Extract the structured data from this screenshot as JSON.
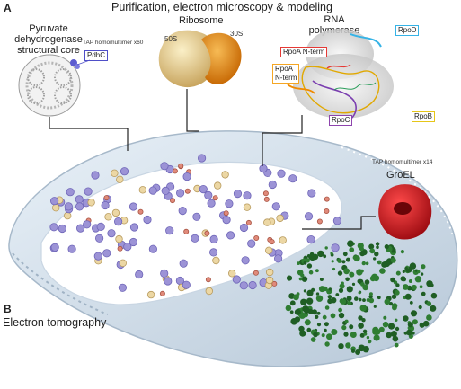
{
  "panel_a": {
    "letter": "A",
    "title": "Purification, electron microscopy & modeling",
    "pdh": {
      "label_line1": "Pyruvate",
      "label_line2": "dehydrogenase",
      "label_line3": "structural core",
      "annotation": "TAP homomultimer x60",
      "tag": "PdhC",
      "tag_color": "#4f4fc8"
    },
    "ribosome": {
      "label": "Ribosome",
      "sub_50s": "50S",
      "sub_30s": "30S",
      "color_50s": "#eed9a0",
      "color_30s": "#ee9a20"
    },
    "rnap": {
      "label_line1": "RNA",
      "label_line2": "polymerase",
      "tags": {
        "rpod": {
          "text": "RpoD",
          "color": "#36b3e6"
        },
        "rpoa_n_red": {
          "text": "RpoA N-term",
          "color": "#e53935"
        },
        "rpoa_n_orange_1": {
          "text": "RpoA",
          "text2": "N-term",
          "color": "#f5a623"
        },
        "rpoc": {
          "text": "RpoC",
          "color": "#8e44ad"
        },
        "rpob": {
          "text": "RpoB",
          "color": "#e6c619"
        }
      }
    },
    "groel": {
      "annotation": "TAP homomultimer x14",
      "label": "GroEL",
      "color": "#d0141b"
    }
  },
  "panel_b": {
    "letter": "B",
    "title": "Electron tomography",
    "membrane_color": "#c3d3e2",
    "cluster_color": "#2f7d32"
  }
}
